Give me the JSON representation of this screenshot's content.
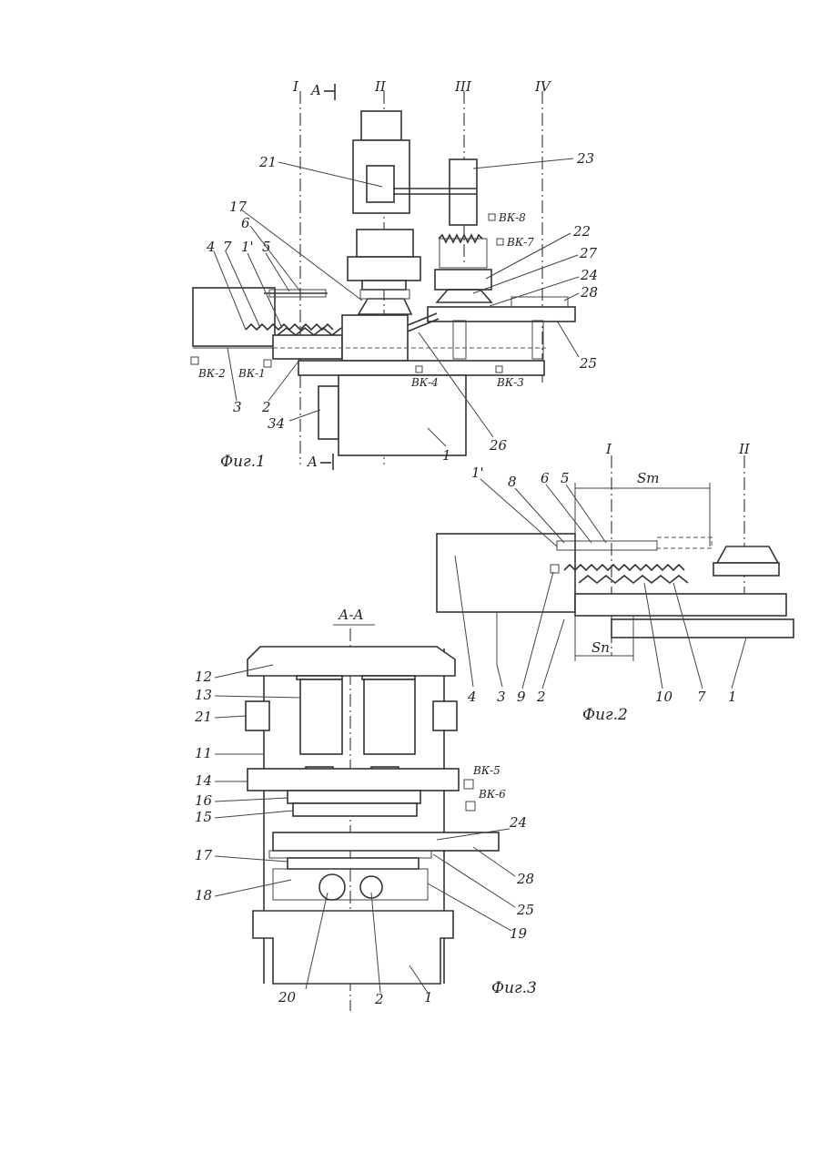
{
  "figures": {
    "fig1": {
      "caption": "Фиг.1",
      "axes": [
        "I",
        "II",
        "III",
        "IV"
      ],
      "section": "A",
      "labels": [
        "21",
        "23",
        "17",
        "6",
        "4",
        "7",
        "1'",
        "5",
        "3",
        "2",
        "34",
        "1",
        "22",
        "27",
        "24",
        "28",
        "25",
        "26"
      ],
      "switches": [
        "ВК-8",
        "ВК-7",
        "ВК-2",
        "ВК-1",
        "ВК-4",
        "ВК-3"
      ]
    },
    "fig2": {
      "caption": "Фиг.2",
      "axes": [
        "I",
        "II"
      ],
      "dims": [
        "Sт",
        "Sп"
      ],
      "labels": [
        "1'",
        "8",
        "6",
        "5",
        "4",
        "3",
        "9",
        "2",
        "10",
        "7",
        "1"
      ]
    },
    "fig3": {
      "caption": "Фиг.3",
      "section_title": "А-А",
      "labels": [
        "12",
        "13",
        "21",
        "11",
        "14",
        "16",
        "15",
        "17",
        "18",
        "20",
        "2",
        "1",
        "24",
        "28",
        "25",
        "19"
      ],
      "switches": [
        "ВК-5",
        "ВК-6"
      ]
    }
  }
}
